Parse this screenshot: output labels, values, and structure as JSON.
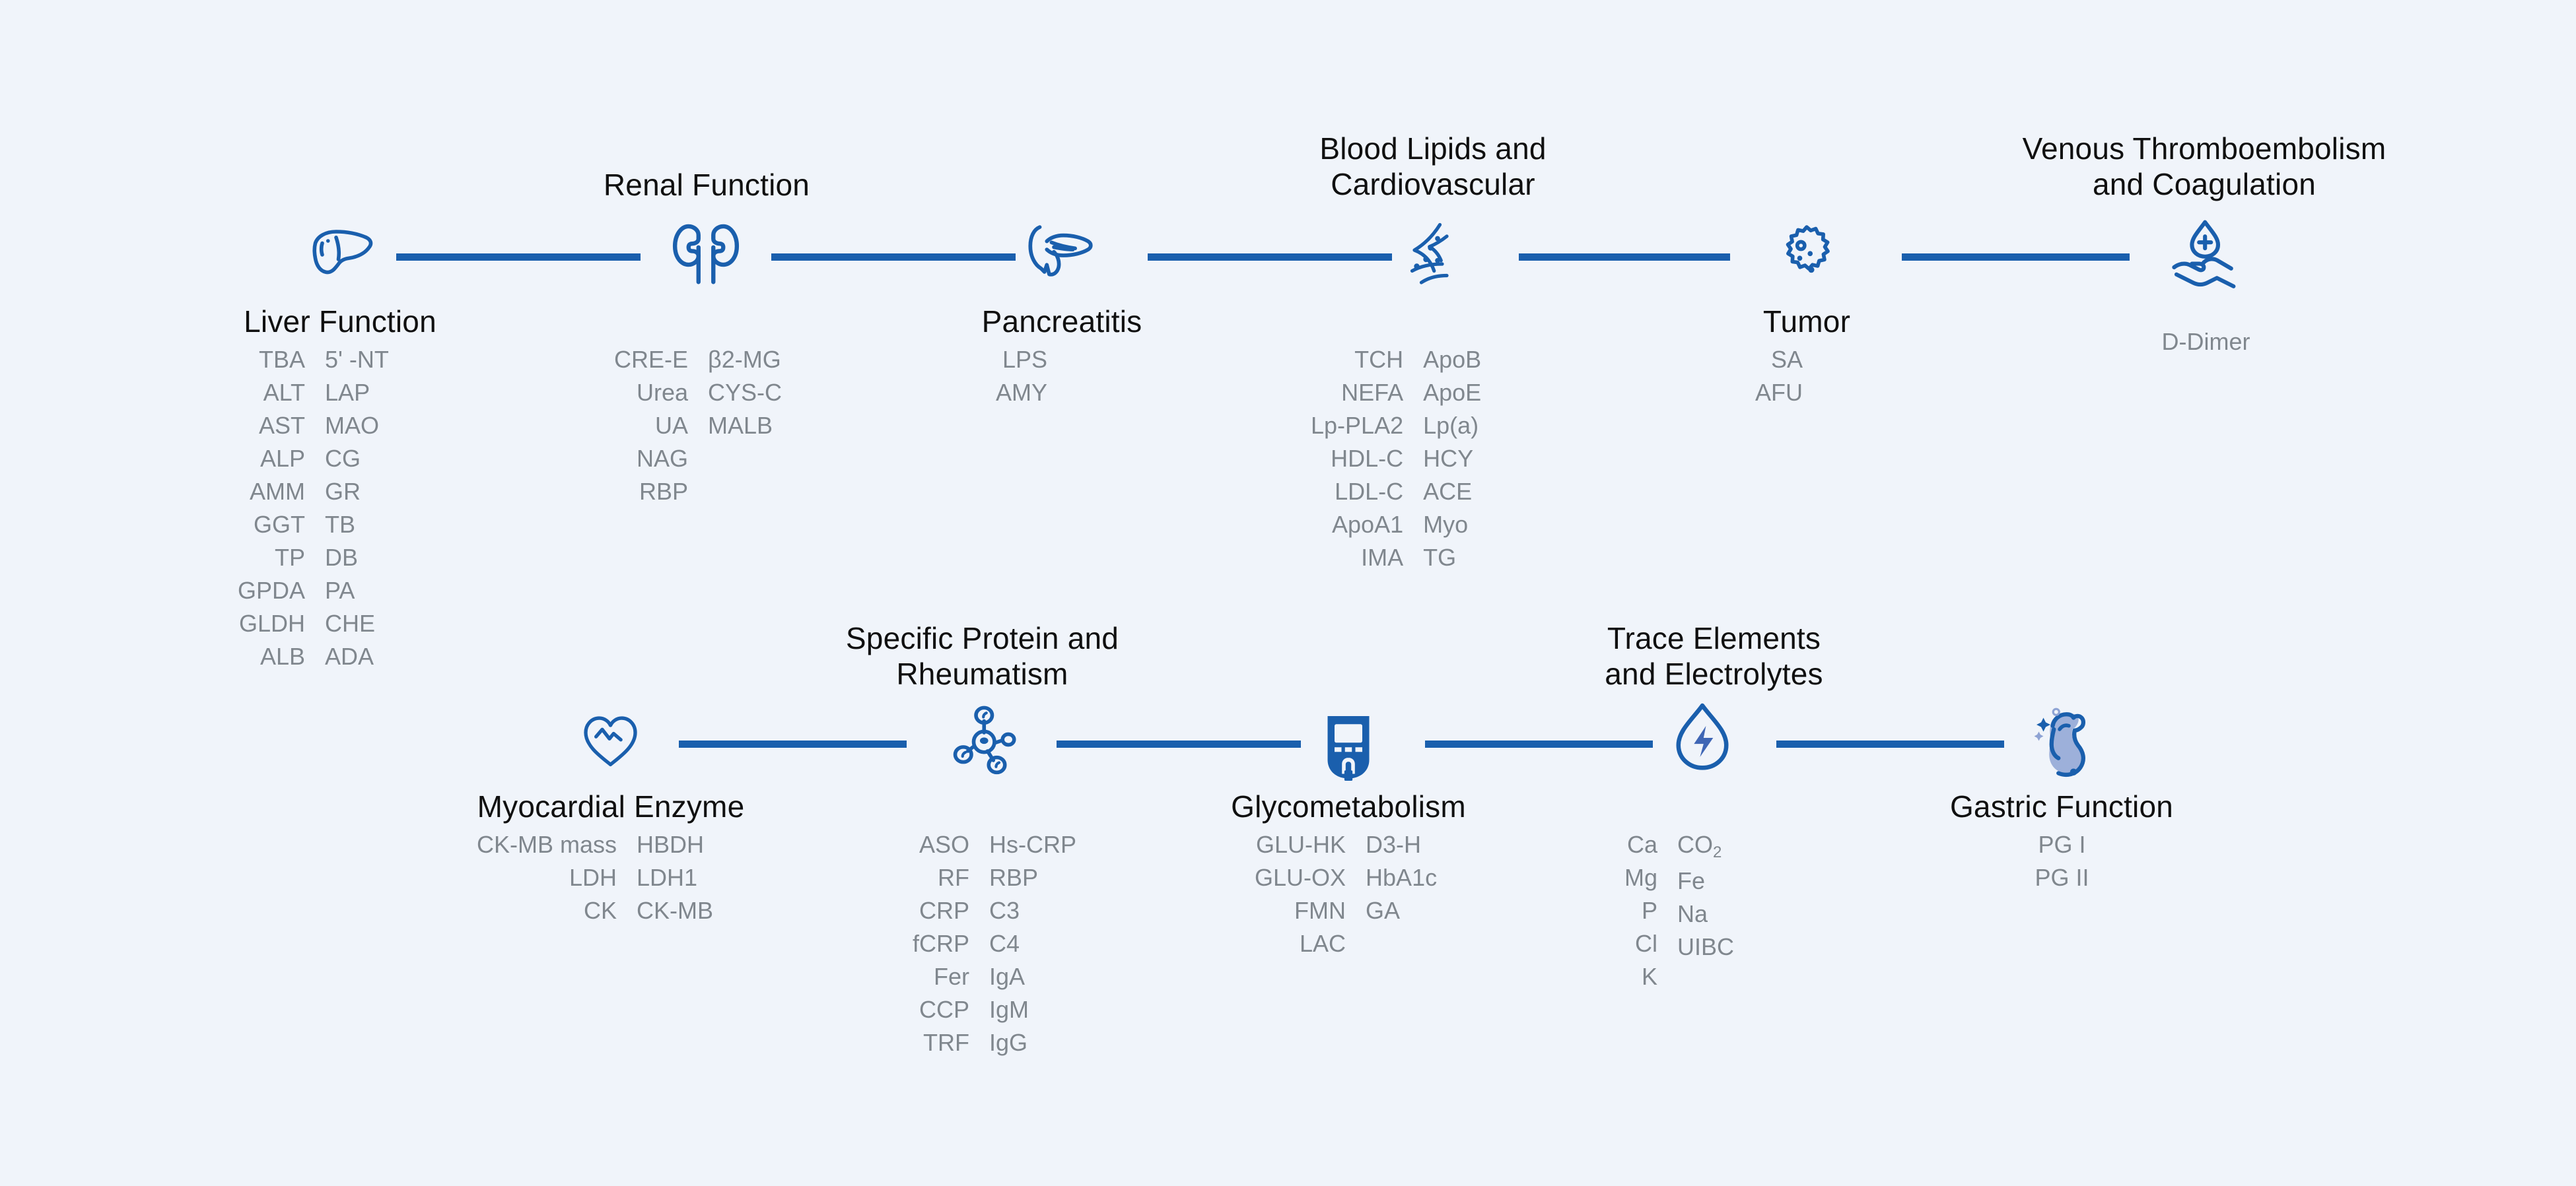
{
  "theme": {
    "background": "#f0f4fa",
    "accent": "#1a5fad",
    "title_color": "#101010",
    "item_color": "#80878e"
  },
  "diagram": {
    "type": "horizontal-chain-timeline",
    "rows": 2,
    "nodes_per_row": [
      5,
      5
    ]
  },
  "nodes": [
    {
      "id": "liver-function",
      "title": "Liver Function",
      "icon": "liver-icon",
      "title_position": "below-icon",
      "columns": [
        [
          "TBA",
          "ALT",
          "AST",
          "ALP",
          "AMM",
          "GGT",
          "TP",
          "GPDA",
          "GLDH",
          "ALB"
        ],
        [
          "5' -NT",
          "LAP",
          "MAO",
          "CG",
          "GR",
          "TB",
          "DB",
          "PA",
          "CHE",
          "ADA"
        ]
      ]
    },
    {
      "id": "renal-function",
      "title": "Renal Function",
      "icon": "kidneys-icon",
      "title_position": "above-icon",
      "columns": [
        [
          "CRE-E",
          "Urea",
          "UA",
          "NAG",
          "RBP"
        ],
        [
          "β2-MG",
          "CYS-C",
          "MALB"
        ]
      ]
    },
    {
      "id": "pancreatitis",
      "title": "Pancreatitis",
      "icon": "pancreas-icon",
      "title_position": "below-icon",
      "columns": [
        [
          "LPS",
          "AMY"
        ],
        []
      ]
    },
    {
      "id": "blood-lipids-and-cardiovascular",
      "title": "Blood Lipids and\nCardiovascular",
      "icon": "artery-plaque-icon",
      "title_position": "above-icon",
      "columns": [
        [
          "TCH",
          "NEFA",
          "Lp-PLA2",
          "HDL-C",
          "LDL-C",
          "ApoA1",
          "IMA"
        ],
        [
          "ApoB",
          "ApoE",
          "Lp(a)",
          "HCY",
          "ACE",
          "Myo",
          "TG"
        ]
      ]
    },
    {
      "id": "tumor",
      "title": "Tumor",
      "icon": "tumor-cell-icon",
      "title_position": "below-icon",
      "columns": [
        [
          "SA",
          "AFU"
        ],
        []
      ]
    },
    {
      "id": "venous-thromboembolism-and-coagulation",
      "title": "Venous Thromboembolism\nand Coagulation",
      "icon": "blood-drop-hand-icon",
      "title_position": "above-icon",
      "columns": [
        [
          "D-Dimer"
        ],
        []
      ]
    },
    {
      "id": "myocardial-enzyme",
      "title": "Myocardial Enzyme",
      "icon": "heart-pulse-icon",
      "title_position": "below-icon",
      "columns": [
        [
          "CK-MB mass",
          "LDH",
          "CK"
        ],
        [
          "HBDH",
          "LDH1",
          "CK-MB"
        ]
      ]
    },
    {
      "id": "specific-protein-and-rheumatism",
      "title": "Specific Protein and\nRheumatism",
      "icon": "molecule-icon",
      "title_position": "above-icon",
      "columns": [
        [
          "ASO",
          "RF",
          "CRP",
          "fCRP",
          "Fer",
          "CCP",
          "TRF"
        ],
        [
          "Hs-CRP",
          "RBP",
          "C3",
          "C4",
          "IgA",
          "IgM",
          "IgG"
        ]
      ]
    },
    {
      "id": "glycometabolism",
      "title": "Glycometabolism",
      "icon": "glucose-meter-icon",
      "title_position": "below-icon",
      "columns": [
        [
          "GLU-HK",
          "GLU-OX",
          "FMN",
          "LAC"
        ],
        [
          "D3-H",
          "HbA1c",
          "GA"
        ]
      ]
    },
    {
      "id": "trace-elements-and-electrolytes",
      "title": "Trace Elements\nand Electrolytes",
      "icon": "electrolyte-drop-icon",
      "title_position": "above-icon",
      "columns": [
        [
          "Ca",
          "Mg",
          "P",
          "Cl",
          "K"
        ],
        [
          "CO2",
          "Fe",
          "Na",
          "UIBC"
        ]
      ]
    },
    {
      "id": "gastric-function",
      "title": "Gastric Function",
      "icon": "stomach-icon",
      "title_position": "below-icon",
      "columns": [
        [
          "PG I",
          "PG II"
        ],
        []
      ]
    }
  ]
}
